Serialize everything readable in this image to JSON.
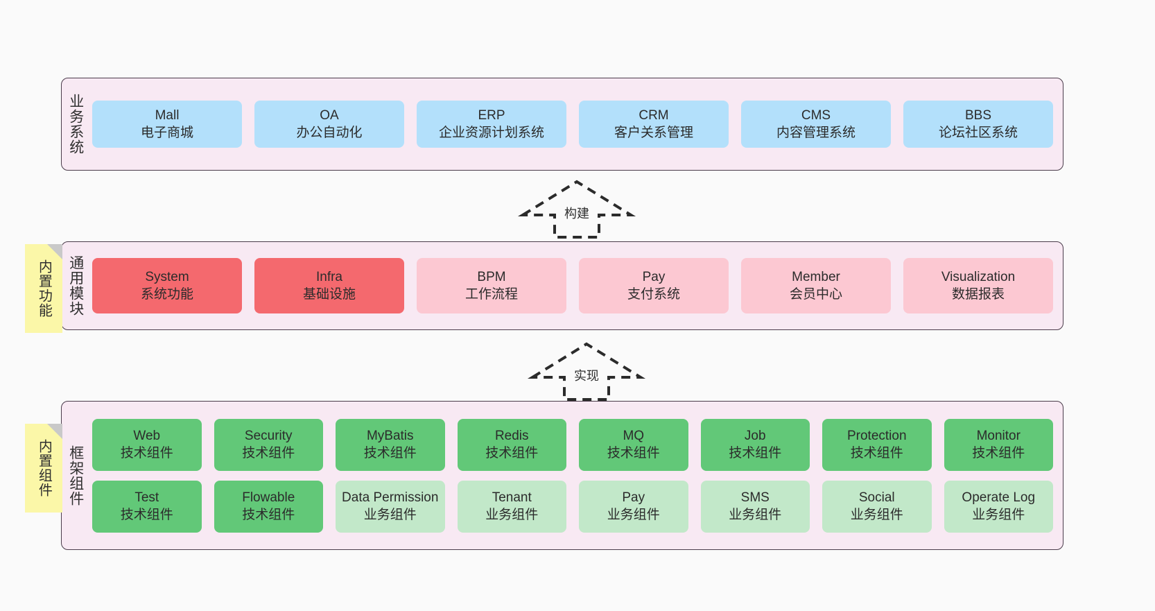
{
  "layers": [
    {
      "id": "business",
      "title": "业务系统",
      "rows": [
        {
          "style": "c-blue",
          "nodes": [
            {
              "en": "Mall",
              "cn": "电子商城"
            },
            {
              "en": "OA",
              "cn": "办公自动化"
            },
            {
              "en": "ERP",
              "cn": "企业资源计划系统"
            },
            {
              "en": "CRM",
              "cn": "客户关系管理"
            },
            {
              "en": "CMS",
              "cn": "内容管理系统"
            },
            {
              "en": "BBS",
              "cn": "论坛社区系统"
            }
          ]
        }
      ]
    },
    {
      "id": "common",
      "title": "通用模块",
      "rows": [
        {
          "nodes": [
            {
              "en": "System",
              "cn": "系统功能",
              "style": "c-red"
            },
            {
              "en": "Infra",
              "cn": "基础设施",
              "style": "c-red"
            },
            {
              "en": "BPM",
              "cn": "工作流程",
              "style": "c-pink"
            },
            {
              "en": "Pay",
              "cn": "支付系统",
              "style": "c-pink"
            },
            {
              "en": "Member",
              "cn": "会员中心",
              "style": "c-pink"
            },
            {
              "en": "Visualization",
              "cn": "数据报表",
              "style": "c-pink"
            }
          ]
        }
      ]
    },
    {
      "id": "framework",
      "title": "框架组件",
      "rows": [
        {
          "style": "c-green-dark",
          "nodes": [
            {
              "en": "Web",
              "cn": "技术组件"
            },
            {
              "en": "Security",
              "cn": "技术组件"
            },
            {
              "en": "MyBatis",
              "cn": "技术组件"
            },
            {
              "en": "Redis",
              "cn": "技术组件"
            },
            {
              "en": "MQ",
              "cn": "技术组件"
            },
            {
              "en": "Job",
              "cn": "技术组件"
            },
            {
              "en": "Protection",
              "cn": "技术组件"
            },
            {
              "en": "Monitor",
              "cn": "技术组件"
            }
          ]
        },
        {
          "nodes": [
            {
              "en": "Test",
              "cn": "技术组件",
              "style": "c-green-dark"
            },
            {
              "en": "Flowable",
              "cn": "技术组件",
              "style": "c-green-dark"
            },
            {
              "en": "Data Permission",
              "cn": "业务组件",
              "style": "c-green-light",
              "wrap": true
            },
            {
              "en": "Tenant",
              "cn": "业务组件",
              "style": "c-green-light"
            },
            {
              "en": "Pay",
              "cn": "业务组件",
              "style": "c-green-light"
            },
            {
              "en": "SMS",
              "cn": "业务组件",
              "style": "c-green-light"
            },
            {
              "en": "Social",
              "cn": "业务组件",
              "style": "c-green-light"
            },
            {
              "en": "Operate Log",
              "cn": "业务组件",
              "style": "c-green-light"
            }
          ]
        }
      ]
    }
  ],
  "sticky_notes": [
    {
      "id": "function",
      "label": "内置功能"
    },
    {
      "id": "component",
      "label": "内置组件"
    }
  ],
  "arrows": [
    {
      "id": "build",
      "label": "构建"
    },
    {
      "id": "realize",
      "label": "实现"
    }
  ],
  "colors": {
    "canvas_bg": "#fafafa",
    "layer_bg": "#f8e9f3",
    "layer_border": "#4a3b4a",
    "business_node": "#b3e0fb",
    "common_primary_node": "#f4696e",
    "common_secondary_node": "#fcc8d2",
    "framework_tech_node": "#62c878",
    "framework_business_node": "#c2e8c9",
    "sticky_note": "#fbf7a8",
    "sticky_fold": "#c9c9c9",
    "arrow_stroke": "#2b2b2b"
  }
}
